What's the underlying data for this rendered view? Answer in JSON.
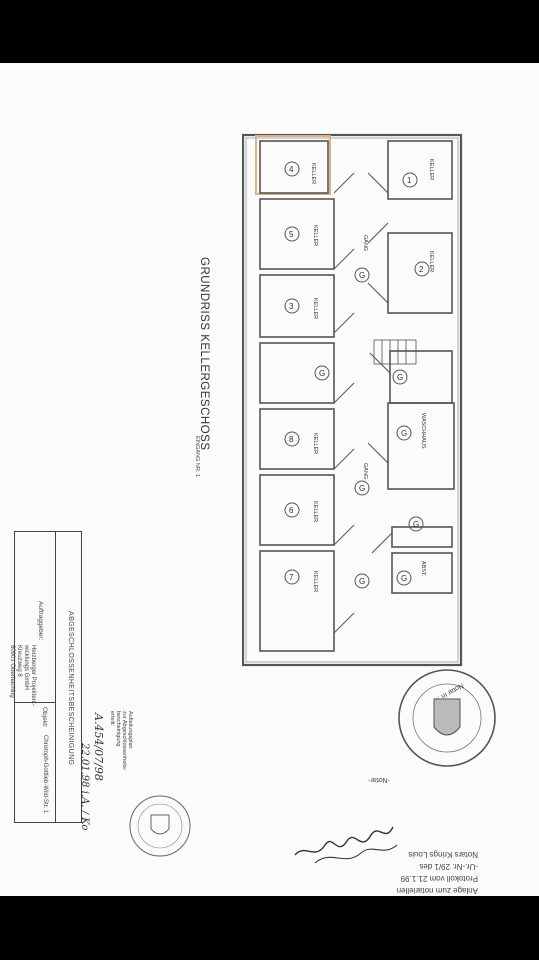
{
  "document": {
    "plan_title": "GRUNDRISS KELLERGESCHOSS",
    "plan_subtitle": "EINGANG NR. 1",
    "rooms": [
      {
        "label": "KELLER",
        "number": "4"
      },
      {
        "label": "KELLER",
        "number": "5"
      },
      {
        "label": "KELLER",
        "number": "3"
      },
      {
        "label": "",
        "number": "G"
      },
      {
        "label": "KELLER",
        "number": "8"
      },
      {
        "label": "KELLER",
        "number": "6"
      },
      {
        "label": "KELLER",
        "number": "7"
      },
      {
        "label": "KELLER",
        "number": "1"
      },
      {
        "label": "KELLER",
        "number": "2"
      },
      {
        "label": "",
        "number": "G"
      },
      {
        "label": "WASCHHAUS",
        "number": "G"
      },
      {
        "label": "",
        "number": "G"
      },
      {
        "label": "ABST.",
        "number": "G"
      }
    ],
    "corridor_labels": [
      {
        "label": "GANG",
        "number": "G"
      },
      {
        "label": "GANG",
        "number": "G"
      },
      {
        "label": "",
        "number": "G"
      }
    ],
    "certificate": {
      "header": "ABGESCHLOSSENHEITSBESCHEINIGUNG",
      "client_label": "Auftraggeber:",
      "client_lines": [
        "Herzberger Projektent-",
        "wicklungs GmbH",
        "Kreuzweg 8",
        "80901 Oberhaching"
      ],
      "object_label": "Objekt:",
      "object_value": "Christoph-Gottlieb-Wild-Str. 1"
    },
    "approval": {
      "lines": [
        "Aufteilungsplan",
        "zur Abgeschlossenheits-",
        "bescheinigung",
        "erteilt:"
      ],
      "reference": "A.454/07/98",
      "signature_date": "22.01.98 i.A. / Ko"
    },
    "notary": {
      "line1": "Anlage zum notariellen",
      "line2": "Protokoll vom 21.1.99",
      "line3": "-Ur.-Nr. 29/1 des",
      "line4": "Notars Krings Louis",
      "role": "-Notar-",
      "seal_text": "Notar in ..."
    }
  }
}
